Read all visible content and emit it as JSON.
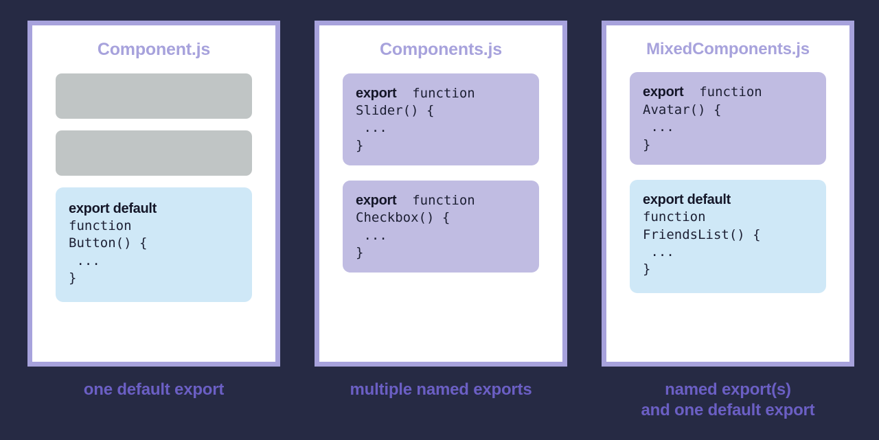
{
  "theme": {
    "background": "#262a44",
    "card_border": "#a7a2dc",
    "card_background": "#ffffff",
    "title_color": "#a7a2dc",
    "caption_color": "#6b5fc4",
    "placeholder_color": "#c0c5c5",
    "named_export_block": "#c0bce2",
    "default_export_block": "#cfe8f7",
    "code_text": "#1c1f33"
  },
  "columns": [
    {
      "title": "Component.js",
      "caption": "one default export",
      "blocks": [
        {
          "kind": "placeholder"
        },
        {
          "kind": "placeholder"
        },
        {
          "kind": "code",
          "style": "default-export",
          "keyword": "export default",
          "lines": [
            "function",
            "Button() {",
            " ...",
            "}"
          ]
        }
      ]
    },
    {
      "title": "Components.js",
      "caption": "multiple named exports",
      "blocks": [
        {
          "kind": "code",
          "style": "named-export",
          "keyword": "export",
          "inline_after_keyword": "function",
          "lines": [
            "Slider() {",
            " ...",
            "}"
          ]
        },
        {
          "kind": "code",
          "style": "named-export",
          "keyword": "export",
          "inline_after_keyword": "function",
          "lines": [
            "Checkbox() {",
            " ...",
            "}"
          ]
        }
      ]
    },
    {
      "title": "MixedComponents.js",
      "caption": "named export(s)\nand one default export",
      "blocks": [
        {
          "kind": "code",
          "style": "named-export",
          "keyword": "export",
          "inline_after_keyword": "function",
          "lines": [
            "Avatar() {",
            " ...",
            "}"
          ]
        },
        {
          "kind": "code",
          "style": "default-export",
          "keyword": "export default",
          "lines": [
            "function",
            "FriendsList() {",
            " ...",
            "}"
          ]
        }
      ]
    }
  ]
}
